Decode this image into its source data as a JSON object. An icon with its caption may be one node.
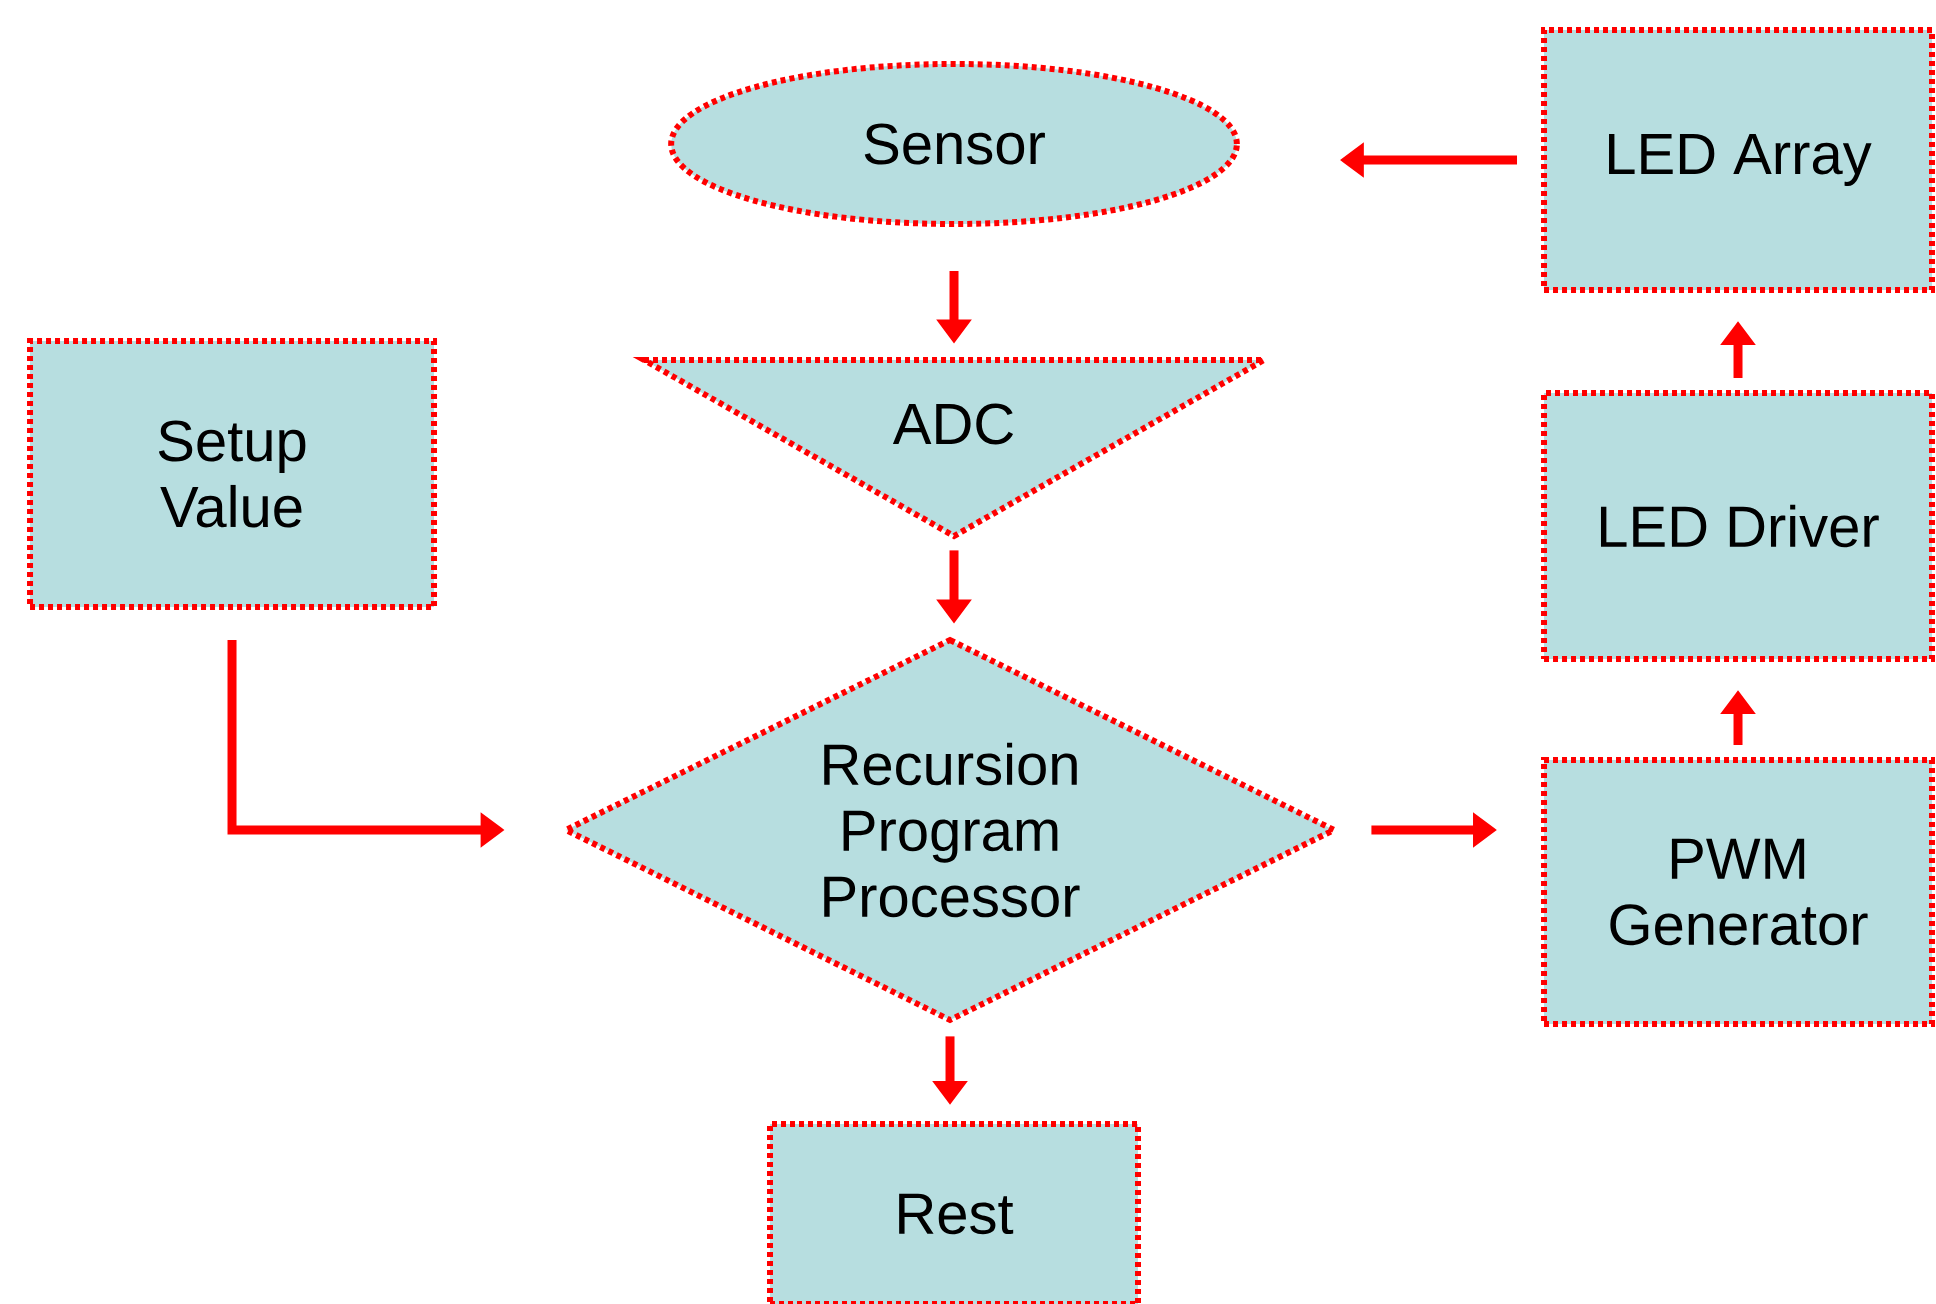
{
  "diagram": {
    "nodes": [
      {
        "text": [
          "Sensor"
        ]
      },
      {
        "text": [
          "ADC"
        ]
      },
      {
        "text": [
          "Setup Value"
        ]
      },
      {
        "text": [
          "Recursion Program Processor"
        ]
      },
      {
        "text": [
          "Rest"
        ]
      },
      {
        "text": [
          "PWM Generator"
        ]
      },
      {
        "text": [
          "LED Driver"
        ]
      },
      {
        "text": [
          "LED Array"
        ]
      }
    ],
    "edges": [
      {
        "from": 0,
        "to": 1,
        "arrow": "to"
      },
      {
        "from": 1,
        "to": 3,
        "arrow": "to"
      },
      {
        "from": 2,
        "to": 3,
        "arrow": "to"
      },
      {
        "from": 3,
        "to": 4,
        "arrow": "to"
      },
      {
        "from": 3,
        "to": 5,
        "arrow": "to"
      },
      {
        "from": 5,
        "to": 6,
        "arrow": "to"
      },
      {
        "from": 6,
        "to": 7,
        "arrow": "to"
      },
      {
        "from": 7,
        "to": 0,
        "arrow": "to"
      }
    ]
  }
}
